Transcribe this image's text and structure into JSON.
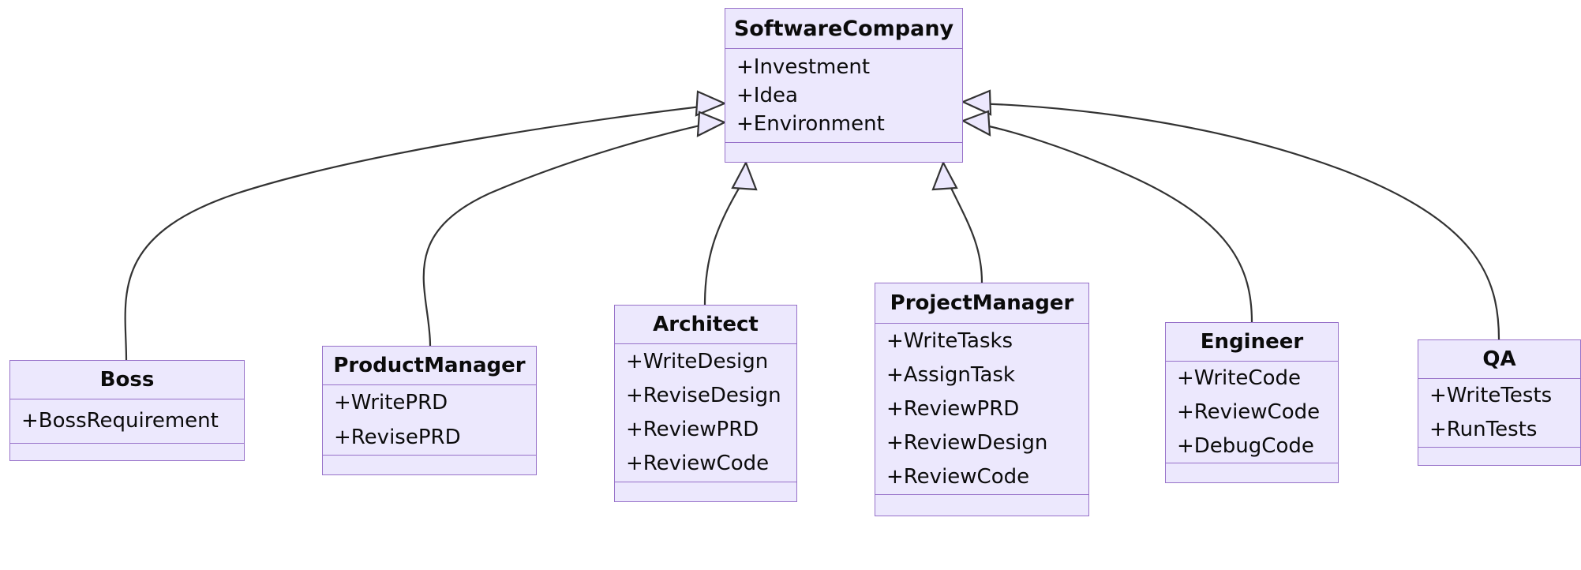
{
  "diagram": {
    "type": "uml-class-diagram",
    "background": "#ffffff",
    "node_fill": "#ECE8FD",
    "node_border": "#9771C9",
    "edge_color": "#333333",
    "text_color": "#0b0b0b",
    "relationship": "inheritance"
  },
  "classes": {
    "softwarecompany": {
      "name": "SoftwareCompany",
      "attributes": [
        "+Investment",
        "+Idea",
        "+Environment"
      ],
      "methods": []
    },
    "boss": {
      "name": "Boss",
      "attributes": [
        "+BossRequirement"
      ],
      "methods": []
    },
    "productmanager": {
      "name": "ProductManager",
      "attributes": [
        "+WritePRD",
        "+RevisePRD"
      ],
      "methods": []
    },
    "architect": {
      "name": "Architect",
      "attributes": [
        "+WriteDesign",
        "+ReviseDesign",
        "+ReviewPRD",
        "+ReviewCode"
      ],
      "methods": []
    },
    "projectmanager": {
      "name": "ProjectManager",
      "attributes": [
        "+WriteTasks",
        "+AssignTask",
        "+ReviewPRD",
        "+ReviewDesign",
        "+ReviewCode"
      ],
      "methods": []
    },
    "engineer": {
      "name": "Engineer",
      "attributes": [
        "+WriteCode",
        "+ReviewCode",
        "+DebugCode"
      ],
      "methods": []
    },
    "qa": {
      "name": "QA",
      "attributes": [
        "+WriteTests",
        "+RunTests"
      ],
      "methods": []
    }
  },
  "edges": [
    {
      "from": "Boss",
      "to": "SoftwareCompany",
      "kind": "inheritance"
    },
    {
      "from": "ProductManager",
      "to": "SoftwareCompany",
      "kind": "inheritance"
    },
    {
      "from": "Architect",
      "to": "SoftwareCompany",
      "kind": "inheritance"
    },
    {
      "from": "ProjectManager",
      "to": "SoftwareCompany",
      "kind": "inheritance"
    },
    {
      "from": "Engineer",
      "to": "SoftwareCompany",
      "kind": "inheritance"
    },
    {
      "from": "QA",
      "to": "SoftwareCompany",
      "kind": "inheritance"
    }
  ]
}
